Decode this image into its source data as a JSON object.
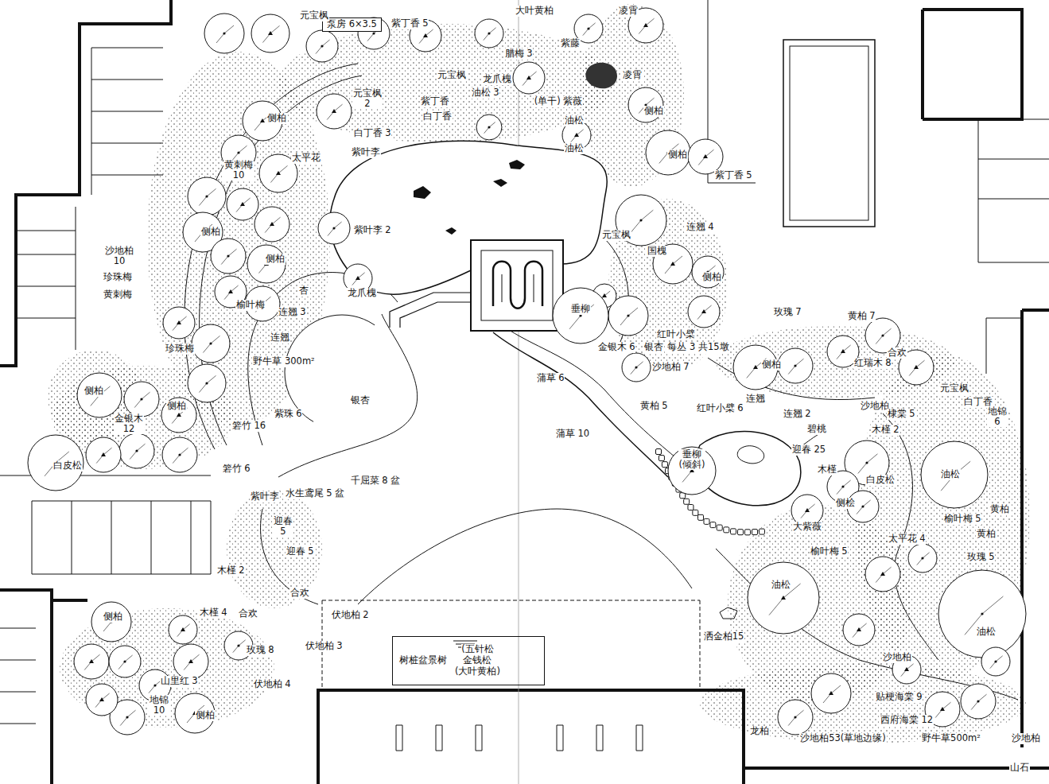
{
  "diagram": {
    "nodes": [
      {
        "text": [
          "泵房 6×3.5"
        ]
      },
      {
        "text": [
          "树桩盆景树",
          "(五针松",
          "金钱松",
          "(大叶黄柏)"
        ]
      }
    ],
    "labels": [
      "元宝枫",
      "紫丁香 5",
      "大叶黄柏",
      "凌霄",
      "紫藤",
      "腊梅 3",
      "龙爪槐",
      "元宝枫",
      "凌霄",
      "元宝枫 2",
      "油松 3",
      "紫丁香",
      "白丁香",
      "(单干) 紫薇",
      "油松",
      "侧柏",
      "白丁香 3",
      "侧柏",
      "油松",
      "黄刺梅 10",
      "太平花",
      "紫叶李",
      "紫丁香 5",
      "侧柏",
      "侧柏",
      "紫叶李 2",
      "元宝枫",
      "连翘 4",
      "国槐",
      "沙地柏 10",
      "珍珠梅",
      "黄刺梅",
      "侧柏",
      "杏",
      "龙爪槐",
      "侧柏",
      "榆叶梅",
      "连翘 3",
      "垂柳",
      "玫瑰 7",
      "黄柏 7",
      "连翘",
      "野牛草 300m²",
      "红叶小檗",
      "每丛 3 共15墩",
      "金银木 6",
      "银杏",
      "珍珠梅",
      "侧柏",
      "沙地柏 7",
      "红瑞木 8",
      "合欢",
      "银杏",
      "侧柏",
      "金银木 12",
      "侧柏",
      "紫珠 6",
      "蒲草 6",
      "黄柏 5",
      "红叶小檗 6",
      "连翘",
      "沙地柏",
      "元宝枫",
      "白丁香",
      "地锦 6",
      "连翘 2",
      "棣棠 5",
      "碧桃",
      "木槿 2",
      "箬竹 16",
      "蒲草 10",
      "迎春 25",
      "垂柳 (倾斜)",
      "白皮松",
      "箬竹 6",
      "木槿",
      "白皮松",
      "油松",
      "千屈菜 8 盆",
      "水生鸢尾 5 盆",
      "侧桧",
      "黄柏",
      "紫叶李",
      "迎春 5",
      "大紫薇",
      "榆叶梅 5",
      "迎春 5",
      "黄柏",
      "太平花 4",
      "榆叶梅 5",
      "玫瑰 5",
      "木槿 2",
      "合欢",
      "油松",
      "伏地柏 2",
      "油松",
      "木槿 4",
      "合欢",
      "侧柏",
      "玫瑰 8",
      "伏地柏 3",
      "洒金柏15",
      "沙地柏",
      "山里红 3",
      "伏地柏 4",
      "地锦 10",
      "侧柏",
      "贴梗海棠 9",
      "西府海棠 12",
      "沙地柏53(草地边缘)",
      "野牛草500m²",
      "沙地柏",
      "龙柏",
      "山石"
    ]
  }
}
